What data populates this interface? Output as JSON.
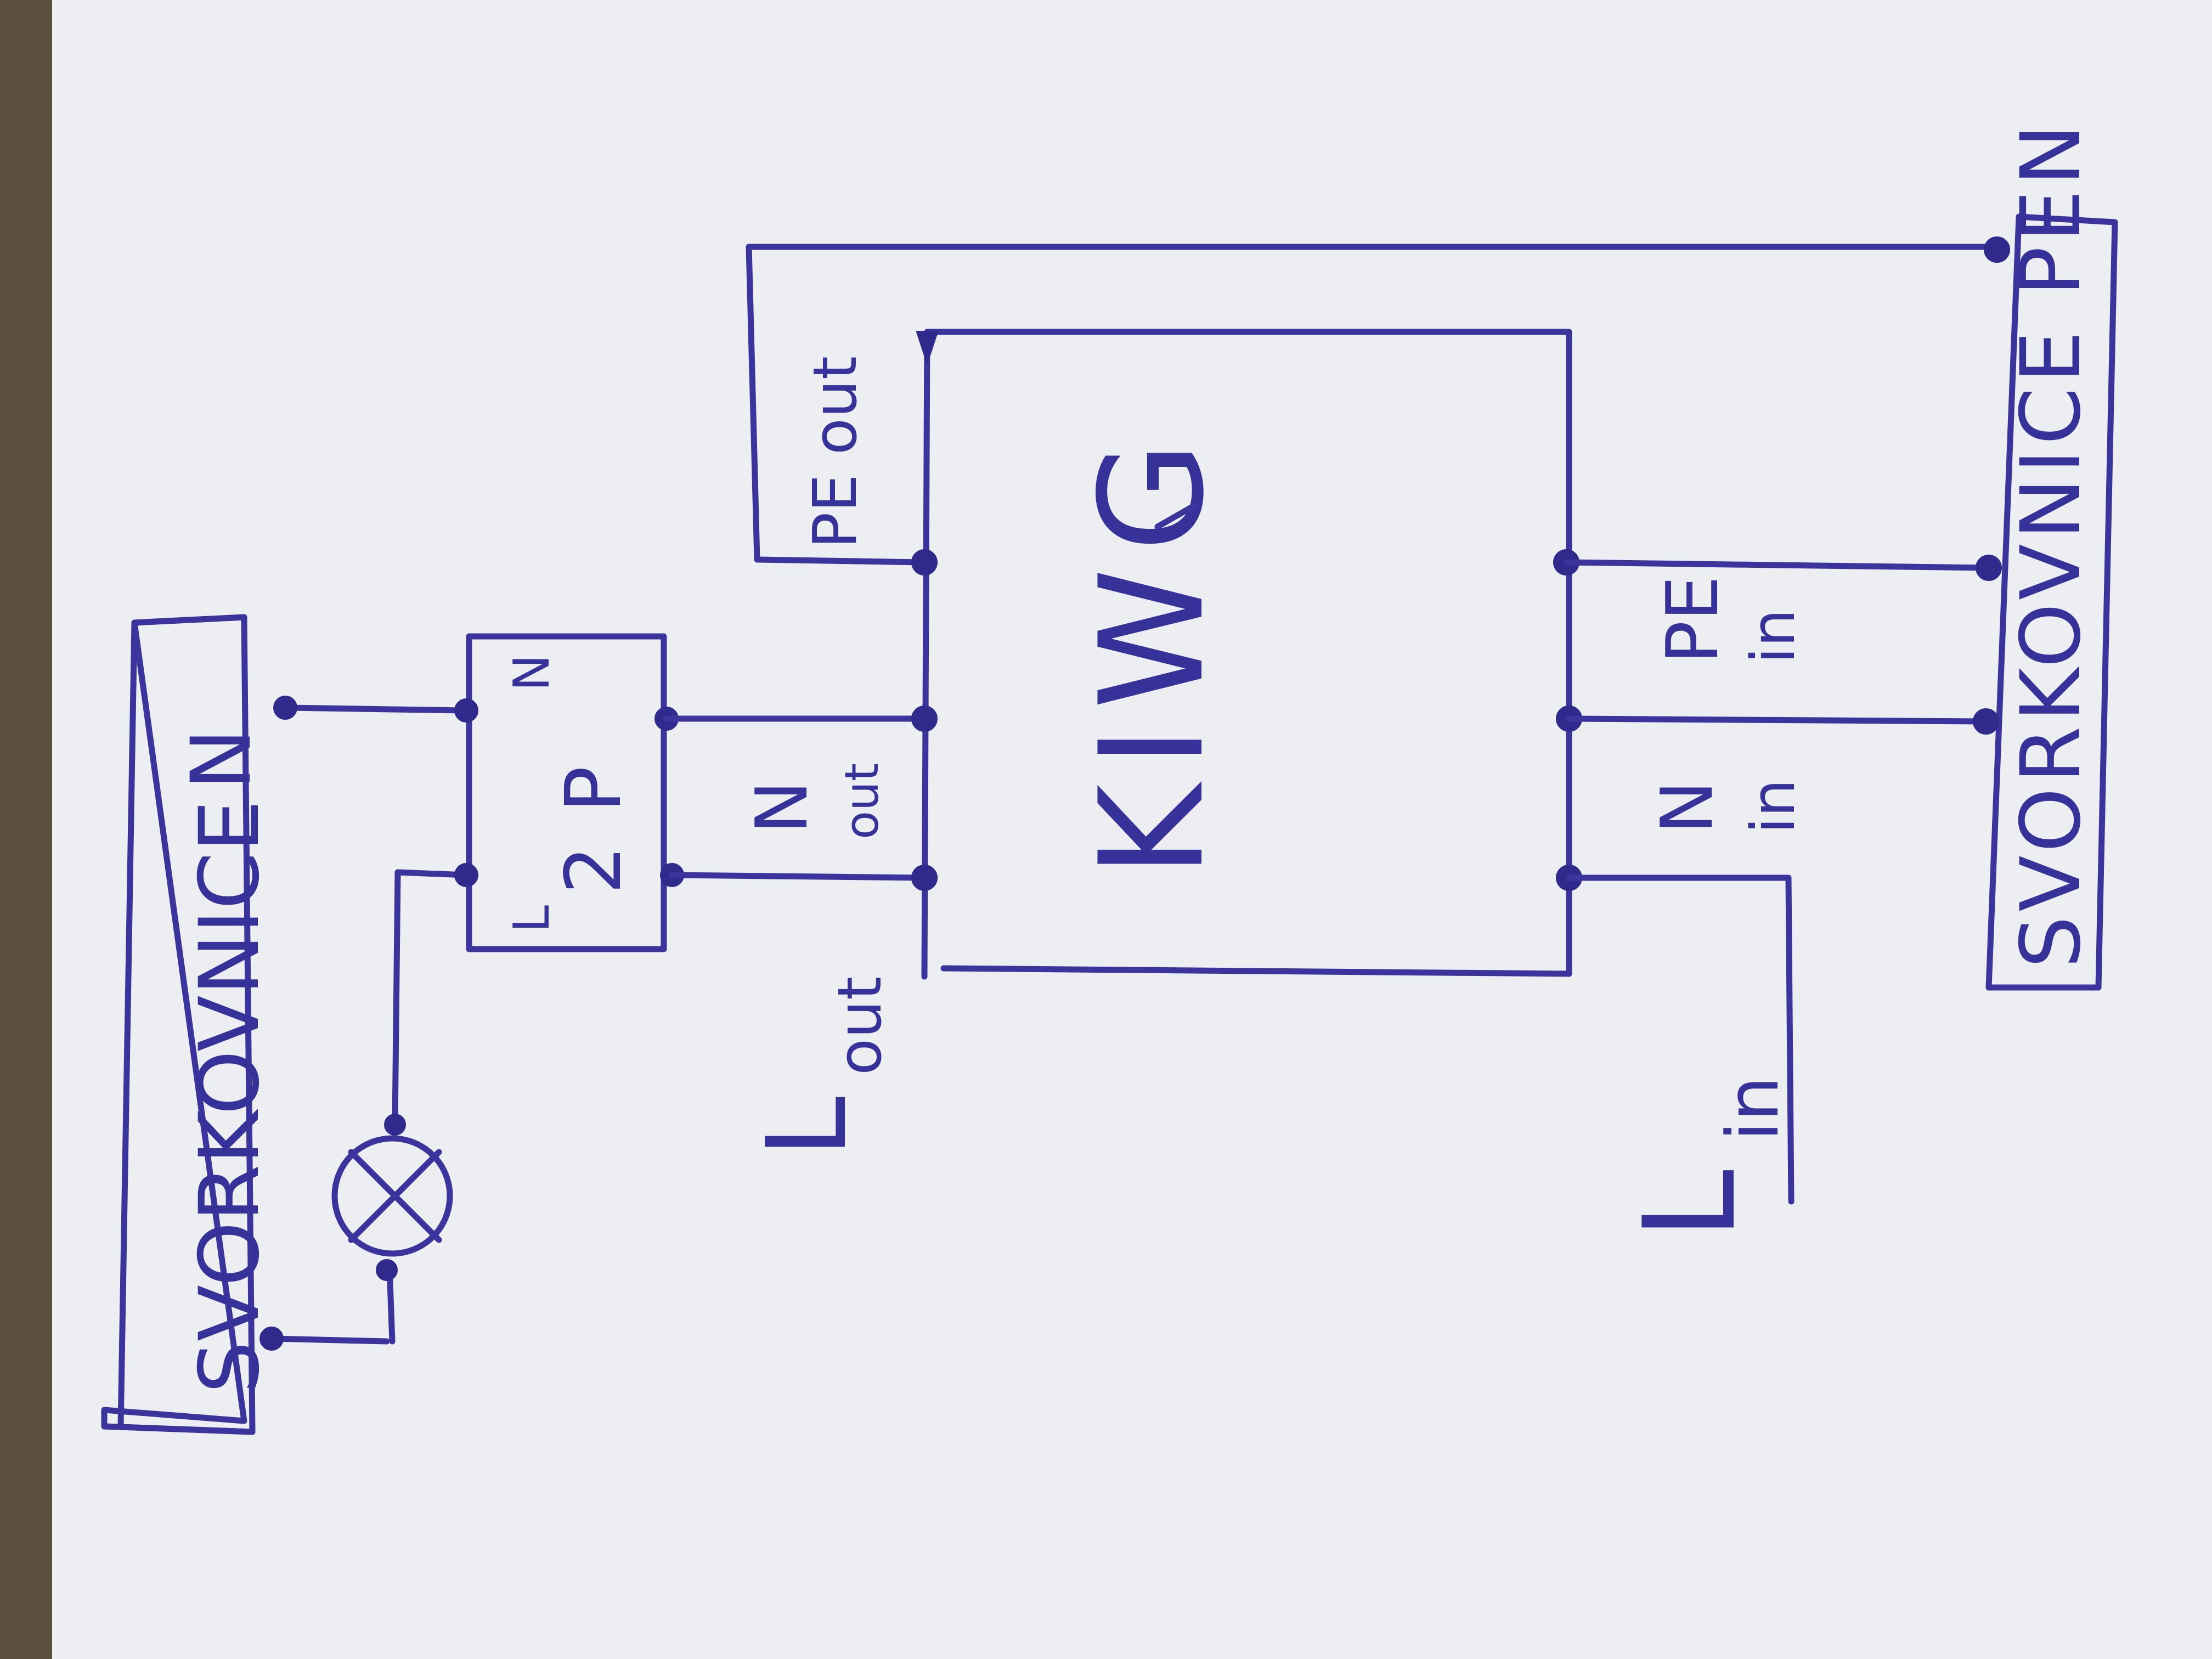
{
  "labels": {
    "terminal_block_n": "SVORKOVNICE",
    "terminal_n_letter": "N",
    "breaker_l": "L",
    "breaker_n": "N",
    "breaker_name": "2P",
    "n_out_letter": "N",
    "n_out_sub": "out",
    "l_out_letter": "L",
    "l_out_sub": "out",
    "pe_out": "PE out",
    "device": "KIWG",
    "pe_in_letters": "PE",
    "pe_in_sub": "in",
    "n_in_letter": "N",
    "n_in_sub": "in",
    "l_in_letter": "L",
    "l_in_sub": "in",
    "terminal_block_pen": "SVORKOVNICE PEN"
  },
  "colors": {
    "paper": "#eceef2",
    "ink": "#3a349c",
    "background": "#6b5a47"
  }
}
